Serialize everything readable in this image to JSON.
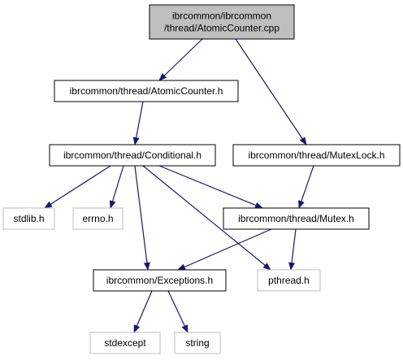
{
  "diagram": {
    "nodes": [
      {
        "id": "root",
        "lines": [
          "ibrcommon/ibrcommon",
          "/thread/AtomicCounter.cpp"
        ],
        "style": "root"
      },
      {
        "id": "atomic_h",
        "lines": [
          "ibrcommon/thread/AtomicCounter.h"
        ],
        "style": "internal"
      },
      {
        "id": "conditional_h",
        "lines": [
          "ibrcommon/thread/Conditional.h"
        ],
        "style": "internal"
      },
      {
        "id": "mutexlock_h",
        "lines": [
          "ibrcommon/thread/MutexLock.h"
        ],
        "style": "internal"
      },
      {
        "id": "mutex_h",
        "lines": [
          "ibrcommon/thread/Mutex.h"
        ],
        "style": "internal"
      },
      {
        "id": "stdlib_h",
        "lines": [
          "stdlib.h"
        ],
        "style": "external"
      },
      {
        "id": "errno_h",
        "lines": [
          "errno.h"
        ],
        "style": "external"
      },
      {
        "id": "exceptions_h",
        "lines": [
          "ibrcommon/Exceptions.h"
        ],
        "style": "internal"
      },
      {
        "id": "pthread_h",
        "lines": [
          "pthread.h"
        ],
        "style": "external"
      },
      {
        "id": "stdexcept",
        "lines": [
          "stdexcept"
        ],
        "style": "external"
      },
      {
        "id": "string",
        "lines": [
          "string"
        ],
        "style": "external"
      }
    ],
    "edges": [
      {
        "from": "root",
        "to": "atomic_h"
      },
      {
        "from": "root",
        "to": "mutexlock_h"
      },
      {
        "from": "atomic_h",
        "to": "conditional_h"
      },
      {
        "from": "conditional_h",
        "to": "stdlib_h"
      },
      {
        "from": "conditional_h",
        "to": "errno_h"
      },
      {
        "from": "conditional_h",
        "to": "mutex_h"
      },
      {
        "from": "conditional_h",
        "to": "exceptions_h"
      },
      {
        "from": "conditional_h",
        "to": "pthread_h"
      },
      {
        "from": "mutexlock_h",
        "to": "mutex_h"
      },
      {
        "from": "mutex_h",
        "to": "exceptions_h"
      },
      {
        "from": "mutex_h",
        "to": "pthread_h"
      },
      {
        "from": "exceptions_h",
        "to": "stdexcept"
      },
      {
        "from": "exceptions_h",
        "to": "string"
      }
    ],
    "colors": {
      "root_fill": "#bfbfbf",
      "root_border": "#000000",
      "internal_border": "#000000",
      "external_border": "#bfbfbf",
      "edge": "#191970",
      "text": "#000000"
    }
  }
}
